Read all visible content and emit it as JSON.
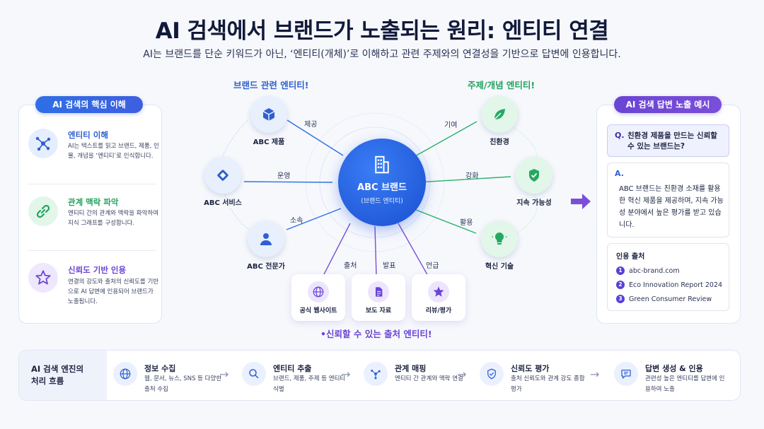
{
  "header": {
    "title": "AI 검색에서 브랜드가 노출되는 원리: 엔티티 연결",
    "subtitle": "AI는 브랜드를 단순 키워드가 아닌, ‘엔티티(개체)’로 이해하고 관련 주제와의 연결성을 기반으로 답변에 인용합니다."
  },
  "left_panel": {
    "heading": "AI 검색의 핵심 이해",
    "items": [
      {
        "icon": "network-icon",
        "title": "엔티티 이해",
        "desc": "AI는 텍스트를 읽고 브랜드, 제품, 인물, 개념을 ‘엔티티’로 인식합니다."
      },
      {
        "icon": "link-icon",
        "title": "관계 맥락 파악",
        "desc": "엔티티 간의 관계와 맥락을 파악하여 지식 그래프를 구성합니다."
      },
      {
        "icon": "star-icon",
        "title": "신뢰도 기반 인용",
        "desc": "연결의 강도와 출처의 신뢰도를 기반으로 AI 답변에 인용되어 브랜드가 노출됩니다."
      }
    ]
  },
  "diagram": {
    "brand_group_label": "브랜드 관련 엔티티!",
    "topic_group_label": "주제/개념 엔티티!",
    "source_group_label": "•신뢰할 수 있는 출처 엔티티!",
    "center": {
      "title": "ABC 브랜드",
      "sub": "(브랜드 엔티티)"
    },
    "brand_nodes": [
      {
        "label": "ABC 제품",
        "edge": "제공",
        "icon": "cube-icon"
      },
      {
        "label": "ABC 서비스",
        "edge": "운영",
        "icon": "diamond-icon"
      },
      {
        "label": "ABC 전문가",
        "edge": "소속",
        "icon": "person-icon"
      }
    ],
    "topic_nodes": [
      {
        "label": "친환경",
        "edge": "기여",
        "icon": "leaf-icon"
      },
      {
        "label": "지속 가능성",
        "edge": "강화",
        "icon": "shield-check-icon"
      },
      {
        "label": "혁신 기술",
        "edge": "활용",
        "icon": "lightbulb-icon"
      }
    ],
    "source_nodes": [
      {
        "label": "공식 웹사이트",
        "edge": "출처",
        "icon": "globe-icon"
      },
      {
        "label": "보도 자료",
        "edge": "발표",
        "icon": "document-icon"
      },
      {
        "label": "리뷰/평가",
        "edge": "언급",
        "icon": "star-badge-icon"
      }
    ],
    "colors": {
      "brand": "#2f6fe6",
      "topic": "#27b36a",
      "source": "#7a4fd8",
      "center": "#1e5be0"
    }
  },
  "right_panel": {
    "heading": "AI 검색 답변 노출 예시",
    "q_prefix": "Q.",
    "question": "친환경 제품을 만드는 신뢰할 수 있는 브랜드는?",
    "a_prefix": "A.",
    "answer": "ABC 브랜드는 친환경 소재를 활용한 혁신 제품을 제공하며, 지속 가능성 분야에서 높은 평가를 받고 있습니다.",
    "sources_heading": "인용 출처",
    "sources": [
      {
        "num": "1",
        "text": "abc-brand.com"
      },
      {
        "num": "2",
        "text": "Eco Innovation Report 2024"
      },
      {
        "num": "3",
        "text": "Green Consumer Review"
      }
    ]
  },
  "flow": {
    "label": "AI 검색 엔진의 처리 흐름",
    "steps": [
      {
        "icon": "globe-icon",
        "title": "정보 수집",
        "desc": "웹, 문서, 뉴스, SNS 등 다양한 출처 수집"
      },
      {
        "icon": "search-icon",
        "title": "엔티티 추출",
        "desc": "브랜드, 제품, 주제 등 엔티티 식별"
      },
      {
        "icon": "graph-icon",
        "title": "관계 매핑",
        "desc": "엔티티 간 관계와 맥락 연결"
      },
      {
        "icon": "shield-icon",
        "title": "신뢰도 평가",
        "desc": "출처 신뢰도와 관계 강도 종합 평가"
      },
      {
        "icon": "chat-icon",
        "title": "답변 생성 & 인용",
        "desc": "관련성 높은 엔티티를 답변에 인용하여 노출"
      }
    ]
  }
}
